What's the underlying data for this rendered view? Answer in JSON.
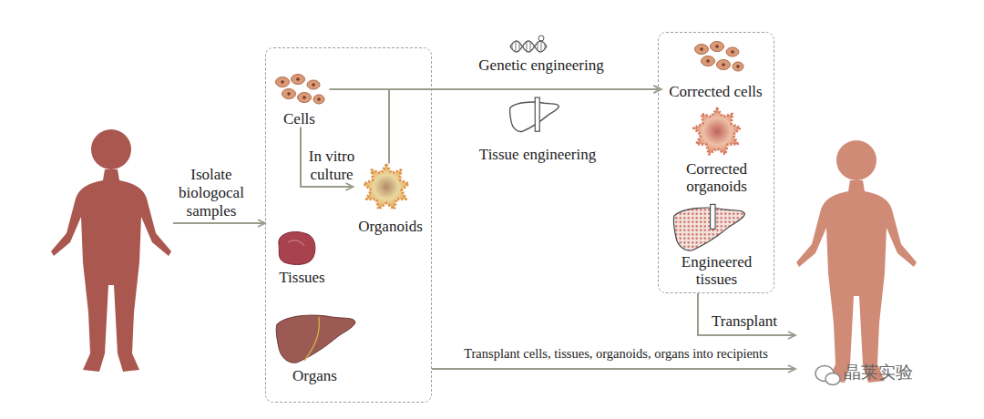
{
  "diagram": {
    "nodes": [
      {
        "text": []
      },
      {
        "text": []
      },
      {
        "text": [
          "Cells"
        ],
        "in": 1
      },
      {
        "text": [
          "Organoids"
        ],
        "in": 1
      },
      {
        "text": [
          "Tissues"
        ],
        "in": 1
      },
      {
        "text": [
          "Organs"
        ],
        "in": 1
      },
      {
        "text": []
      },
      {
        "text": [
          "Corrected cells"
        ],
        "in": 6
      },
      {
        "text": [
          "Corrected organoids"
        ],
        "in": 6
      },
      {
        "text": [
          "Engineered tissues"
        ],
        "in": 6
      },
      {
        "text": []
      }
    ],
    "edges": [
      {
        "from": 0,
        "to": 1,
        "arrow": "to",
        "label": "Isolate biologocal samples"
      },
      {
        "from": 2,
        "to": 3,
        "arrow": "to",
        "label": "In vitro culture"
      },
      {
        "from": 2,
        "to": 7,
        "arrow": "to",
        "label": "Genetic engineering"
      },
      {
        "from": 3,
        "to": 7,
        "arrow": "to"
      },
      {
        "from": 6,
        "to": 10,
        "arrow": "to",
        "label": "Transplant"
      },
      {
        "from": 1,
        "to": 10,
        "arrow": "to",
        "label": "Transplant cells, tissues, organoids, organs into recipients"
      }
    ],
    "labels": [
      "Tissue engineering",
      "晶莱实验"
    ]
  }
}
